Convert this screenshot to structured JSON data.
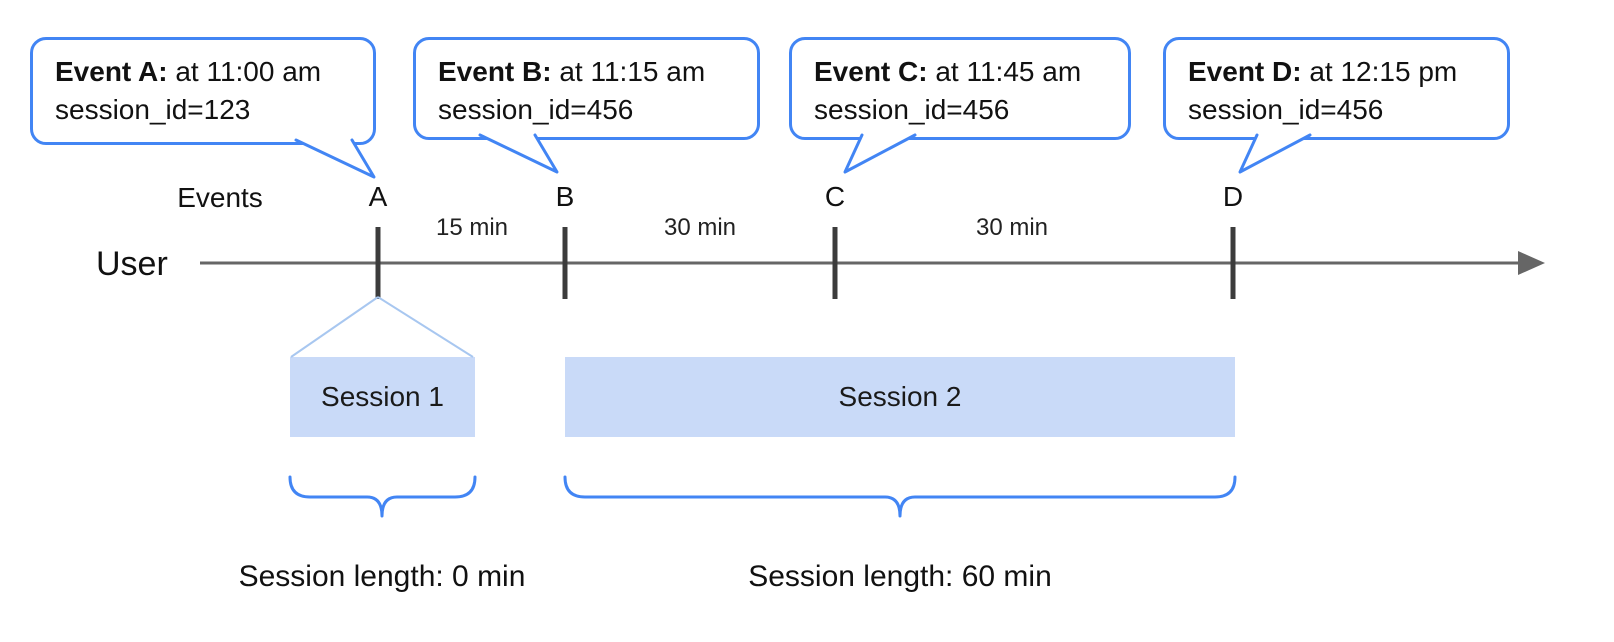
{
  "bubbles": [
    {
      "title": "Event A:",
      "rest": " at 11:00 am",
      "session": "session_id=123"
    },
    {
      "title": "Event B:",
      "rest": " at 11:15 am",
      "session": "session_id=456"
    },
    {
      "title": "Event C:",
      "rest": " at 11:45 am",
      "session": "session_id=456"
    },
    {
      "title": "Event D:",
      "rest": " at 12:15 pm",
      "session": "session_id=456"
    }
  ],
  "axis": {
    "events_label": "Events",
    "user_label": "User",
    "event_markers": [
      "A",
      "B",
      "C",
      "D"
    ],
    "intervals": [
      "15 min",
      "30 min",
      "30 min"
    ]
  },
  "sessions": [
    {
      "label": "Session 1",
      "length_label": "Session length: 0 min"
    },
    {
      "label": "Session 2",
      "length_label": "Session length: 60 min"
    }
  ],
  "colors": {
    "bubble_border": "#4285f4",
    "session_fill": "#c9daf8",
    "brace": "#4285f4",
    "funnel": "#a8c7f0",
    "timeline": "#666666",
    "tick": "#3c3c3c"
  }
}
